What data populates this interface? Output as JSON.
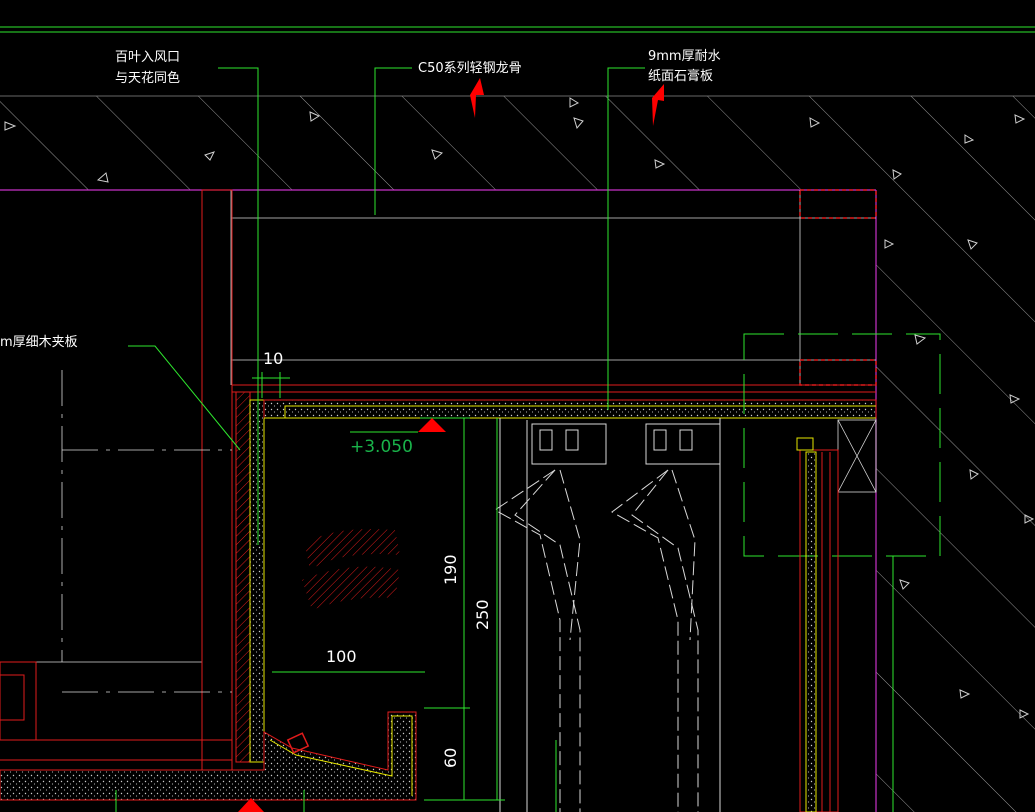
{
  "annotations": {
    "louver": {
      "line1": "百叶入风口",
      "line2": "与天花同色"
    },
    "c50": "C50系列轻钢龙骨",
    "gypsum": {
      "line1": "9mm厚耐水",
      "line2": "纸面石膏板"
    },
    "board": "m厚细木夹板"
  },
  "dimensions": {
    "d10": "10",
    "d100": "100",
    "d190": "190",
    "d250": "250",
    "d60": "60"
  },
  "level": "+3.050",
  "colors": {
    "background": "#000000",
    "line_green": "#2ee62e",
    "line_red": "#e01b1b",
    "line_white": "#d9d9d9",
    "line_magenta": "#c832c8",
    "line_yellow": "#e6e600",
    "arrow_red": "#ff0000"
  }
}
